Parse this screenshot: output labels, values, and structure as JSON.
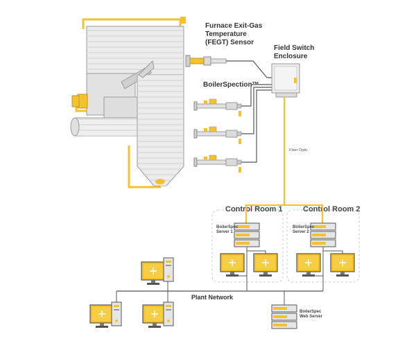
{
  "labels": {
    "fegt_line1": "Furnace Exit-Gas",
    "fegt_line2": "Temperature",
    "fegt_line3": "(FEGT) Sensor",
    "boilerspection": "BoilerSpection™",
    "field_switch_line1": "Field Switch",
    "field_switch_line2": "Enclosure",
    "fiber_optic": "Fiber Optic",
    "control_room_1": "Control Room 1",
    "control_room_2": "Control Room 2",
    "server1_line1": "BoilerSpec",
    "server1_line2": "Server 1",
    "server2_line1": "BoilerSpec",
    "server2_line2": "Server 2",
    "plant_network": "Plant Network",
    "web_server_line1": "BoilerSpec",
    "web_server_line2": "Web Server"
  },
  "colors": {
    "accent": "#f5c22b",
    "line": "#555555",
    "equipment": "#e8e8e8",
    "outline": "#9a9a9a",
    "dashed_border": "#cccccc"
  },
  "icons": {
    "boiler": "boiler-icon",
    "sensor": "camera-sensor-icon",
    "enclosure": "switch-enclosure-icon",
    "server": "server-rack-icon",
    "monitor": "monitor-icon",
    "workstation": "desktop-computer-icon"
  }
}
